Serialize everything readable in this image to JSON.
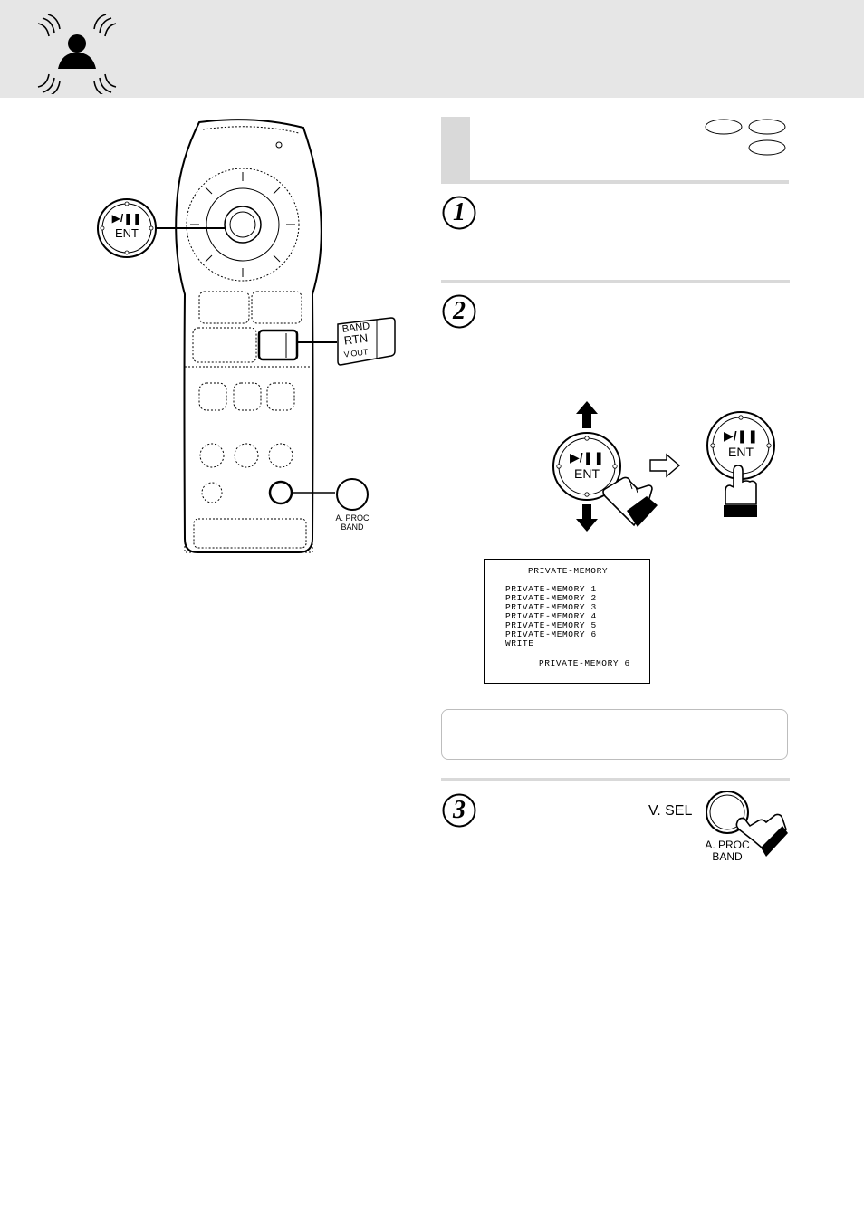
{
  "header": {
    "icon": "listener-sound-icon"
  },
  "remote": {
    "ent_play_label": "▶/❚❚",
    "ent_label": "ENT",
    "band_label": "BAND",
    "rtn_label": "RTN",
    "vout_label": "V.OUT",
    "aproc_label": "A. PROC",
    "aproc_band_label": "BAND"
  },
  "steps": [
    {
      "number": "1"
    },
    {
      "number": "2"
    },
    {
      "number": "3"
    }
  ],
  "step2": {
    "ent_play_label": "▶/❚❚",
    "ent_label": "ENT",
    "ent2_play_label": "▶/❚❚",
    "ent2_label": "ENT"
  },
  "osd": {
    "title": "PRIVATE-MEMORY",
    "items": [
      "PRIVATE-MEMORY 1",
      "PRIVATE-MEMORY 2",
      "PRIVATE-MEMORY 3",
      "PRIVATE-MEMORY 4",
      "PRIVATE-MEMORY 5",
      "PRIVATE-MEMORY 6",
      "WRITE"
    ],
    "selected": "PRIVATE-MEMORY 6"
  },
  "step3": {
    "vsel_label": "V. SEL",
    "aproc_label": "A. PROC",
    "band_label": "BAND"
  }
}
